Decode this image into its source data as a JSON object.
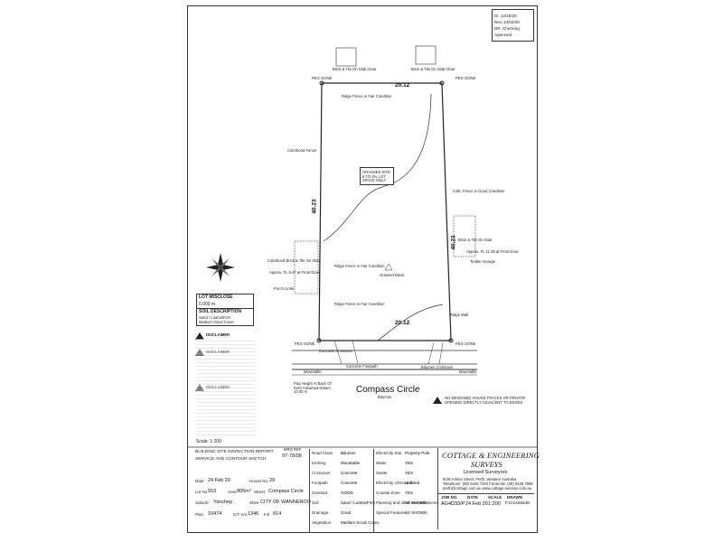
{
  "header": {
    "rev_table_rows": [
      "Dr. 12/10/20",
      "Rev. 24/02/20",
      "DR. Checking",
      "Approved"
    ]
  },
  "plan": {
    "top_boundary": "20.12",
    "bottom_boundary": "20.12",
    "left_boundary": "40.23",
    "right_boundary": "40.23",
    "peg_gone_tl": "PEG GONE",
    "peg_gone_tr": "PEG GONE",
    "peg_gone_bl": "PEG GONE",
    "peg_gone_br": "PEG GONE",
    "house_tl": "Brick & Tile On Slab Clear",
    "house_tr": "Brick & Tile On Slab Clear",
    "fence_top": "Ridge Fence in Fair Condition",
    "fence_left": "Colorbond Fence",
    "fence_right": "Colb. Fence in Good Condition",
    "fence_mid": "Ridge Fence in Fair Condition",
    "fence_bottom": "Ridge Fence in Fair Condition",
    "crossover": "Concrete Crossover",
    "ridge_right": "Ridge Wall",
    "house_right": "Brick & Tile On Slab",
    "house_right_fl": "Approx. FL 11.48 at Front Door",
    "timber_garage": "Timber Garage",
    "house_left": "Colorbond Brick & Tile On Slab",
    "house_left_fl": "Approx. FL 8.47 at Front Door",
    "porch": "Porch Lintel",
    "lot_label": "Grassed Block",
    "site_box": "GRASSED SITE 6 TO 2% LOT SPACE ONLY",
    "footpath": "Concrete Footpath",
    "bitumen": "Bitumen Crossover",
    "road_name": "Compass Circle",
    "road_sub": "Bitumen",
    "road_note": "Pad Height At Back Of Kerb Assumed Datum 10.00 m",
    "warning": "NO DESIGNED HOUSE TRACKS OR PRIVATE OPENING DIRECTLY ADJACENT TO EDGES",
    "mountable_left": "Mountable",
    "mountable_right": "Mountable"
  },
  "legend": {
    "lot_misclose_title": "LOT MISCLOSE",
    "lot_misclose_value": "0.000 m",
    "soil_title": "SOIL DESCRIPTION",
    "soil_value": "Sand / Loams/Firm",
    "soil_value2": "Medium Sized Cover",
    "scale": "Scale: 1:200",
    "disclaimer_titles": [
      "DISCLAIMER",
      "DISCLAIMER",
      "DISCLAIMER"
    ]
  },
  "title_block": {
    "heading1": "BUILDING SITE INSPECTION REPORT",
    "heading2": "SERVICE AND CONTOUR SKETCH",
    "ref_label": "MRO REF",
    "ref_value": "97-78/08",
    "rows": {
      "date_label": "Date",
      "date_value": "24 Feb 20",
      "house_no_label": "House No.",
      "house_no_value": "29",
      "lot_label": "Lot No.",
      "lot_value": "553",
      "area_label": "Area",
      "area_value": "805m²",
      "street_label": "Street",
      "street_value": "Compass Circle",
      "suburb_label": "Suburb",
      "suburb_value": "Yanchep",
      "shire_label": "Shire",
      "shire_value": "CITY OF WANNEROO",
      "plan_label": "Plan",
      "plan_value": "10474",
      "ct_label": "C/T Vol.",
      "ct_value": "1346",
      "fol_label": "Fol",
      "fol_value": "814"
    },
    "services": [
      [
        "Road Class",
        "Bitumen"
      ],
      [
        "Kerbing",
        "Mountable"
      ],
      [
        "Crossover",
        "Concrete"
      ],
      [
        "Footpath",
        "Concrete"
      ],
      [
        "Grassed",
        "GOOD"
      ],
      [
        "Soil",
        "Sand / Loams/Firm"
      ],
      [
        "Drainage",
        "Good"
      ],
      [
        "Vegetation",
        "Medium Scrub Cover"
      ]
    ],
    "services2": [
      [
        "Electricity Site",
        "Property Pole"
      ],
      [
        "Water",
        "YES"
      ],
      [
        "Sewer",
        "YES"
      ],
      [
        "Electricity U/Ground",
        "Unlisted"
      ],
      [
        "Coastal Zone",
        "YES"
      ],
      [
        "Planning and other encumbrances",
        "AS SHOWN"
      ],
      [
        "Special Features",
        "AS SHOWN"
      ]
    ],
    "company1": "COTTAGE & ENGINEERING",
    "company2": "SURVEYS",
    "company3": "Licensed Surveyors",
    "company_address": "8/49 Achiev Street, Perth, Western Australia",
    "company_phone": "Telephone: (08) 9445 7202 Facsimile: (08) 9445 7908",
    "company_email": "perth@cottage.com.au www.cottage-surveys.com.au",
    "job_label": "JOB NO.",
    "job_value": "AG4D33/P",
    "date2_label": "DATE",
    "date2_value": "24 Feb 20",
    "scale_label": "SCALE",
    "scale_value": "1:200",
    "drawn_label": "DRAWN",
    "drawn_value": "F.Crosatsidis"
  }
}
